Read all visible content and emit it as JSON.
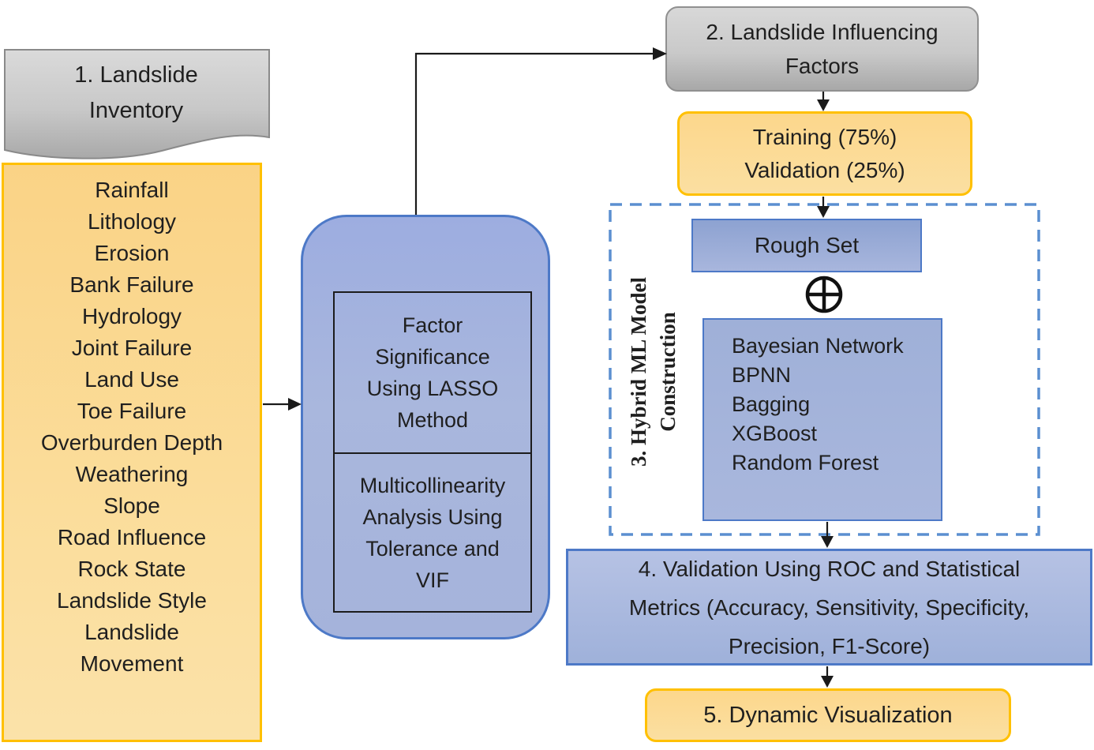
{
  "figure": {
    "type": "flowchart",
    "palette": {
      "gray_fill_top": "#d8d8d8",
      "gray_fill_bottom": "#a8a8a8",
      "gray_border": "#909090",
      "yellow_fill_top": "#fad386",
      "yellow_fill_bottom": "#fbe2a9",
      "yellow_border": "#ffc000",
      "blue_fill_top": "#9dade0",
      "blue_fill_bottom": "#a9b7dd",
      "blue_border": "#4d79c7",
      "dashed_group_border": "#5b8fd0",
      "text_color": "#1f1f1f",
      "arrow_color": "#1a1a1a"
    },
    "nodes": {
      "inventory": {
        "label": "1. Landslide\nInventory",
        "shape": "document"
      },
      "factors_list": {
        "items": [
          "Rainfall",
          "Lithology",
          "Erosion",
          "Bank Failure",
          "Hydrology",
          "Joint Failure",
          "Land Use",
          "Toe Failure",
          "Overburden Depth",
          "Weathering",
          "Slope",
          "Road Influence",
          "Rock State",
          "Landslide Style",
          "Landslide\nMovement"
        ]
      },
      "lasso": {
        "top_cell": "Factor\nSignificance\nUsing LASSO\nMethod",
        "bottom_cell": "Multicollinearity\nAnalysis Using\nTolerance and\nVIF"
      },
      "influencing": {
        "label": "2. Landslide Influencing\nFactors"
      },
      "training": {
        "label": "Training (75%)\nValidation (25%)"
      },
      "hybrid_group": {
        "label": "3. Hybrid ML Model\nConstruction"
      },
      "rough_set": {
        "label": "Rough Set"
      },
      "combine_icon": {
        "name": "circled-plus-icon",
        "symbol": "⊕"
      },
      "models": {
        "items": [
          "Bayesian Network",
          "BPNN",
          "Bagging",
          "XGBoost",
          "Random Forest"
        ]
      },
      "validation": {
        "label": "4. Validation Using ROC and Statistical\nMetrics (Accuracy, Sensitivity, Specificity,\nPrecision, F1-Score)"
      },
      "visualization": {
        "label": "5. Dynamic Visualization"
      }
    }
  }
}
